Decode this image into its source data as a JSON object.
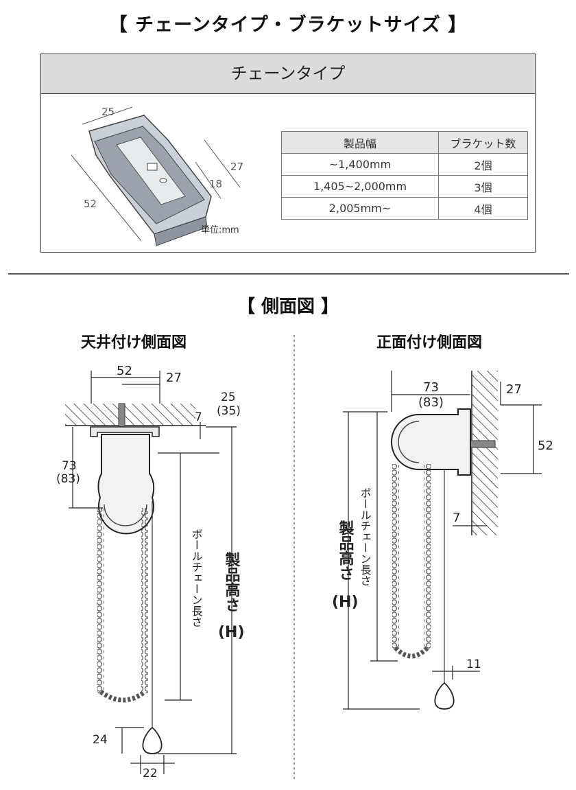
{
  "header": {
    "title": "【 チェーンタイプ・ブラケットサイズ 】"
  },
  "bracket": {
    "box_title": "チェーンタイプ",
    "unit": "単位:mm",
    "dims": {
      "width": "25",
      "length": "52",
      "height": "27",
      "inner": "18"
    },
    "table": {
      "headers": [
        "製品幅",
        "ブラケット数"
      ],
      "rows": [
        [
          "~1,400mm",
          "2個"
        ],
        [
          "1,405~2,000mm",
          "3個"
        ],
        [
          "2,005mm~",
          "4個"
        ]
      ]
    }
  },
  "side": {
    "title": "【 側面図 】",
    "ceiling": {
      "title": "天井付け側面図",
      "dims": {
        "top_width": "52",
        "top_right": "27",
        "depth": "25",
        "depth_alt": "(35)",
        "gap": "7",
        "head": "73",
        "head_alt": "(83)",
        "chain_label": "ボールチェーン長さ",
        "height_label": "製品高さ",
        "height_sym": "(H)",
        "weight_h": "24",
        "weight_w": "22"
      }
    },
    "front": {
      "title": "正面付け側面図",
      "dims": {
        "width": "73",
        "width_alt": "(83)",
        "top": "27",
        "bracket_h": "52",
        "gap": "7",
        "weight": "11",
        "chain_label": "ボールチェーン長さ",
        "height_label": "製品高さ",
        "height_sym": "(H)"
      }
    }
  }
}
